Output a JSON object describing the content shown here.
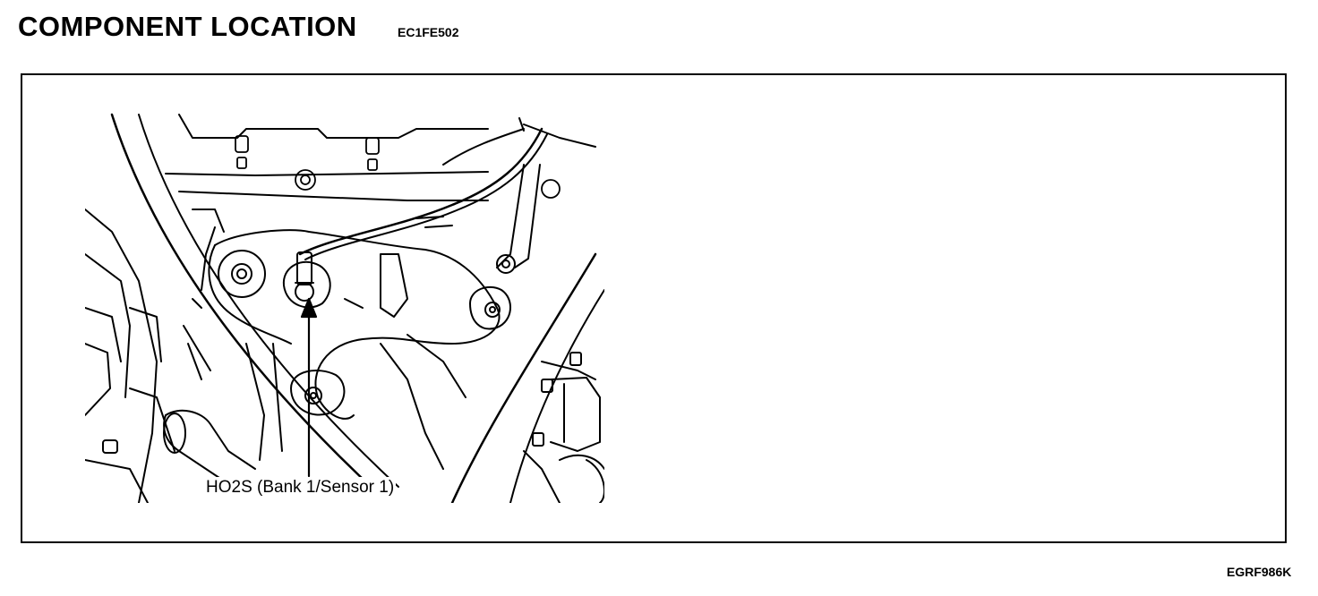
{
  "header": {
    "title": "COMPONENT LOCATION",
    "code": "EC1FE502"
  },
  "figure": {
    "callout": "HO2S (Bank 1/Sensor 1)",
    "figure_code": "EGRF986K"
  },
  "icons": {
    "illustration": "engine-exhaust-manifold-line-drawing",
    "arrow": "arrow-up-icon"
  }
}
